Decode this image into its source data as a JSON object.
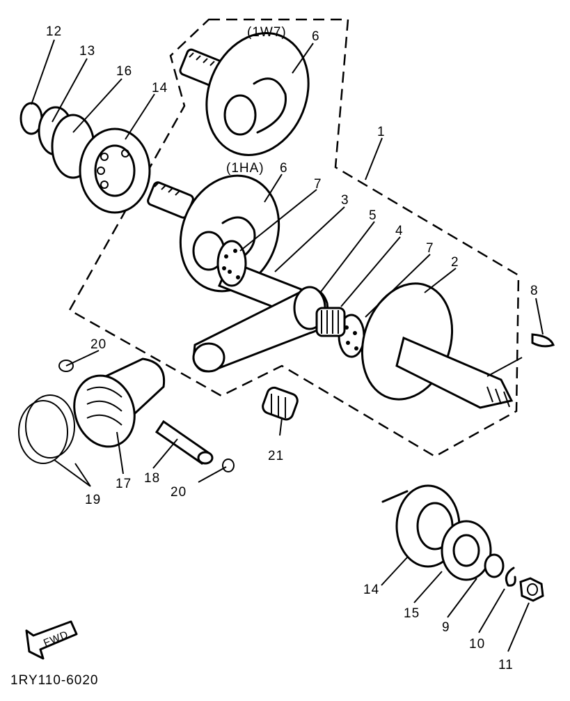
{
  "variants": {
    "upper": "(1W7)",
    "lower": "(1HA)"
  },
  "callouts": {
    "c1": "1",
    "c2": "2",
    "c3": "3",
    "c4": "4",
    "c5": "5",
    "c6a": "6",
    "c6b": "6",
    "c7a": "7",
    "c7b": "7",
    "c8": "8",
    "c9": "9",
    "c10": "10",
    "c11": "11",
    "c12": "12",
    "c13": "13",
    "c14a": "14",
    "c14b": "14",
    "c15": "15",
    "c16": "16",
    "c17": "17",
    "c18": "18",
    "c19": "19",
    "c20a": "20",
    "c20b": "20",
    "c21": "21"
  },
  "fwd_label": "FWD",
  "diagram_code": "1RY110-6020"
}
